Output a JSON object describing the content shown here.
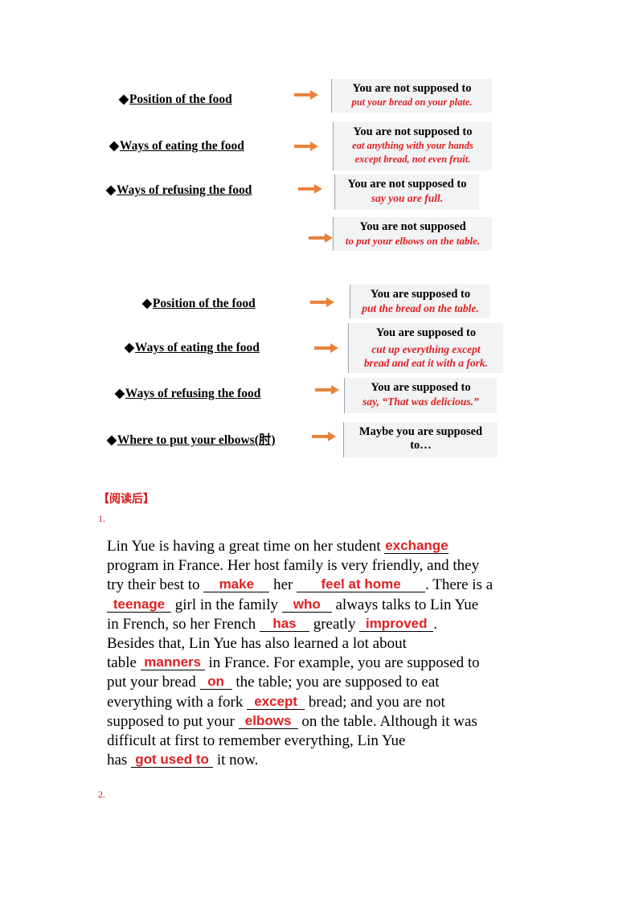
{
  "not_supposed": [
    {
      "label": "Position of the food",
      "head": "You are not supposed to",
      "lines": [
        "put your bread on your plate."
      ]
    },
    {
      "label": "Ways of eating the food",
      "head": "You are not supposed to",
      "lines": [
        "eat anything with your hands",
        "except bread, not even fruit."
      ]
    },
    {
      "label": "Ways of refusing the food",
      "head": "You are not supposed to",
      "lines": [
        "say you are full."
      ]
    },
    {
      "label": "",
      "head": "You are not supposed",
      "lines": [
        "to put your elbows on the table."
      ]
    }
  ],
  "supposed": [
    {
      "label": "Position of the food",
      "head": "You are supposed to",
      "lines": [
        "put the bread on the table."
      ]
    },
    {
      "label": "Ways of eating the food",
      "head": "You are supposed to",
      "lines": [
        "cut up everything except",
        "bread and eat it with a fork."
      ]
    },
    {
      "label": "Ways of refusing the food",
      "head": "You are supposed to",
      "lines": [
        "say, “That was delicious.”"
      ]
    },
    {
      "label": "Where to put your elbows(肘)",
      "head": "Maybe you are supposed",
      "lines": [
        "to…"
      ]
    }
  ],
  "diamond": "◆",
  "section_title": "【阅读后】",
  "item1_number": "1.",
  "item2_number": "2.",
  "passage": {
    "l1a": "Lin Yue is having a great time on her student ",
    "l1b": "",
    "l2": "program in France. Her host family is very friendly, and they",
    "l3a": "try their best to ",
    "l3b": " her ",
    "l3c": ". There is a",
    "l4a": " girl in the family ",
    "l4b": " always talks to Lin Yue",
    "l5a": "in French, so her French ",
    "l5b": " greatly ",
    "l5c": ".",
    "l6": "Besides that, Lin Yue has also learned a lot about",
    "l7a": "table ",
    "l7b": " in France. For example, you are supposed to",
    "l8a": "put your bread ",
    "l8b": " the table; you are supposed to eat",
    "l9a": "everything with a fork ",
    "l9b": " bread; and you are not",
    "l10a": "supposed to put your ",
    "l10b": " on the table. Although it was",
    "l11": "difficult at first to remember everything, Lin Yue",
    "l12a": "has ",
    "l12b": " it now."
  },
  "answers": [
    "exchange",
    "make",
    "feel at home",
    "teenage",
    "who",
    "has",
    "improved",
    "manners",
    "on",
    "except",
    "elbows",
    "got used to"
  ],
  "colors": {
    "accent_red": "#e02020",
    "arrow_orange": "#e8823a",
    "box_bg": "#f1f3f5"
  }
}
